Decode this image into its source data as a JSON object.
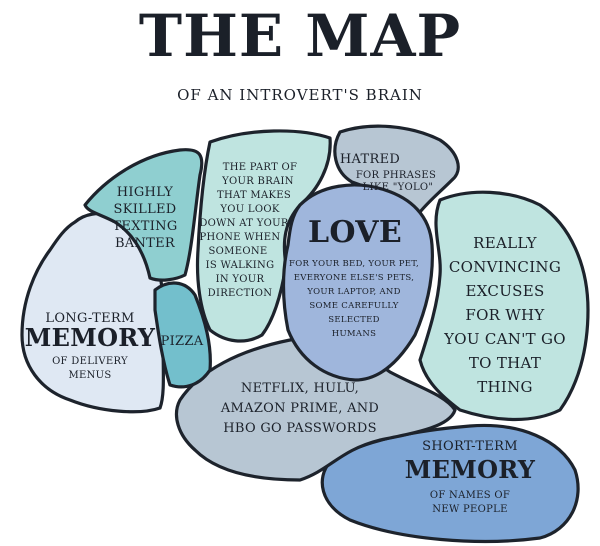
{
  "header": {
    "title": "THE MAP",
    "subtitle": "OF AN INTROVERT'S BRAIN"
  },
  "colors": {
    "outline": "#1d232c",
    "light_blue": "#dfe8f3",
    "teal_light": "#bfe4e0",
    "teal": "#8fcfd0",
    "teal_deep": "#73bfcc",
    "slate": "#b7c6d3",
    "periwinkle": "#9fb6dc",
    "blue_mid": "#7ea6d6"
  },
  "regions": {
    "long_term": {
      "line1": "LONG-TERM",
      "line2": "MEMORY",
      "line3": "OF DELIVERY",
      "line4": "MENUS"
    },
    "texting": {
      "line1": "HIGHLY",
      "line2": "SKILLED",
      "line3": "TEXTING",
      "line4": "BANTER"
    },
    "phone": {
      "line1": "THE PART OF",
      "line2": "YOUR BRAIN",
      "line3": "THAT MAKES",
      "line4": "YOU LOOK",
      "line5": "DOWN AT YOUR",
      "line6": "PHONE WHEN",
      "line7": "SOMEONE",
      "line8": "IS WALKING",
      "line9": "IN YOUR",
      "line10": "DIRECTION"
    },
    "hatred": {
      "line1": "HATRED",
      "line2": "FOR PHRASES",
      "line3": "LIKE \"YOLO\""
    },
    "love": {
      "heading": "LOVE",
      "line1": "FOR YOUR BED, YOUR PET,",
      "line2": "EVERYONE ELSE'S PETS,",
      "line3": "YOUR LAPTOP, AND",
      "line4": "SOME CAREFULLY",
      "line5": "SELECTED",
      "line6": "HUMANS"
    },
    "excuses": {
      "line1": "REALLY",
      "line2": "CONVINCING",
      "line3": "EXCUSES",
      "line4": "FOR WHY",
      "line5": "YOU CAN'T GO",
      "line6": "TO THAT",
      "line7": "THING"
    },
    "pizza": {
      "line1": "PIZZA"
    },
    "netflix": {
      "line1": "NETFLIX, HULU,",
      "line2": "AMAZON PRIME, AND",
      "line3": "HBO GO PASSWORDS"
    },
    "short_term": {
      "line1": "SHORT-TERM",
      "line2": "MEMORY",
      "line3": "OF NAMES OF",
      "line4": "NEW PEOPLE"
    }
  }
}
